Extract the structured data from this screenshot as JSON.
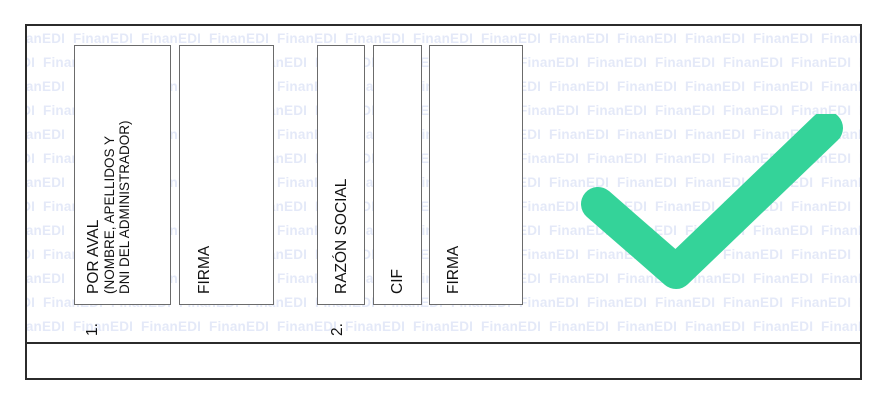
{
  "watermark": {
    "text": "FinanEDI"
  },
  "sections": [
    {
      "number": "1.",
      "label": "POR AVAL",
      "label_sub_1": "(NOMBRE, APELLIDOS Y",
      "label_sub_2": "DNI DEL ADMINISTRADOR)",
      "signature_label": "FIRMA"
    },
    {
      "number": "2.",
      "company_label": "RAZÓN SOCIAL",
      "cif_label": "CIF",
      "signature_label": "FIRMA"
    }
  ],
  "status": {
    "icon": "checkmark-icon",
    "color": "#34d399"
  }
}
